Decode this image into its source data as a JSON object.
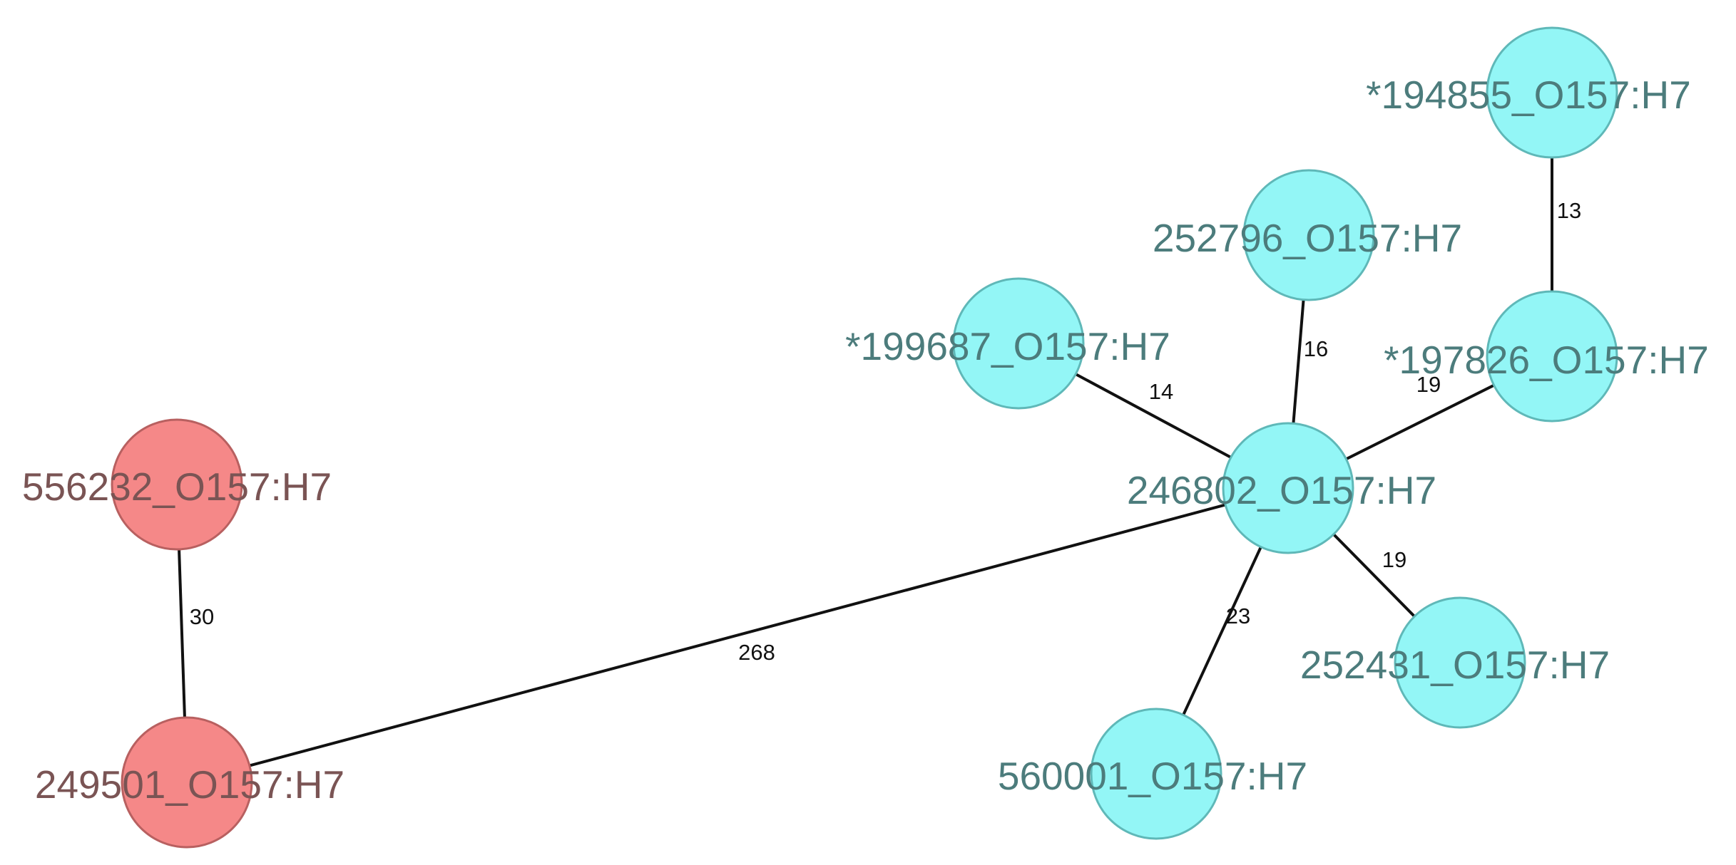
{
  "colors": {
    "group_a_fill": "#93f6f6",
    "group_a_stroke": "#5fb8b8",
    "group_a_text": "#4c7c7c",
    "group_b_fill": "#f58888",
    "group_b_stroke": "#b86060",
    "group_b_text": "#7a5454",
    "edge": "#111111"
  },
  "nodes": [
    {
      "id": "n194855",
      "label": "*194855_O157:H7",
      "group": "a"
    },
    {
      "id": "n252796",
      "label": "252796_O157:H7",
      "group": "a"
    },
    {
      "id": "n199687",
      "label": "*199687_O157:H7",
      "group": "a"
    },
    {
      "id": "n197826",
      "label": "*197826_O157:H7",
      "group": "a"
    },
    {
      "id": "n246802",
      "label": "246802_O157:H7",
      "group": "a"
    },
    {
      "id": "n252431",
      "label": "252431_O157:H7",
      "group": "a"
    },
    {
      "id": "n560001",
      "label": "560001_O157:H7",
      "group": "a"
    },
    {
      "id": "n556232",
      "label": "556232_O157:H7",
      "group": "b"
    },
    {
      "id": "n249501",
      "label": "249501_O157:H7",
      "group": "b"
    }
  ],
  "edges": [
    {
      "id": "e1",
      "source": "n194855",
      "target": "n197826",
      "weight": "13"
    },
    {
      "id": "e2",
      "source": "n252796",
      "target": "n246802",
      "weight": "16"
    },
    {
      "id": "e3",
      "source": "n199687",
      "target": "n246802",
      "weight": "14"
    },
    {
      "id": "e4",
      "source": "n197826",
      "target": "n246802",
      "weight": "19"
    },
    {
      "id": "e5",
      "source": "n246802",
      "target": "n252431",
      "weight": "19"
    },
    {
      "id": "e6",
      "source": "n246802",
      "target": "n560001",
      "weight": "23"
    },
    {
      "id": "e7",
      "source": "n246802",
      "target": "n249501",
      "weight": "268"
    },
    {
      "id": "e8",
      "source": "n556232",
      "target": "n249501",
      "weight": "30"
    }
  ]
}
